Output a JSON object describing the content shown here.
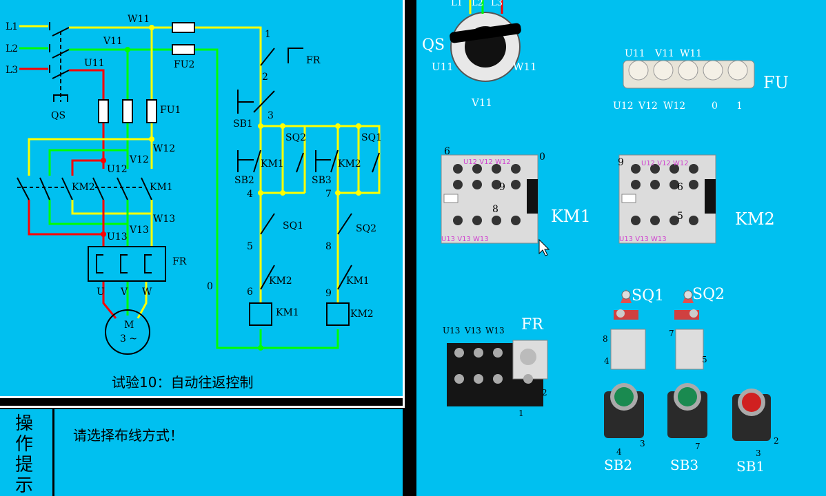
{
  "schematic": {
    "caption": "试验10：自动往返控制",
    "labels": {
      "L1": "L1",
      "L2": "L2",
      "L3": "L3",
      "W11": "W11",
      "V11": "V11",
      "U11": "U11",
      "QS": "QS",
      "FU1": "FU1",
      "FU2": "FU2",
      "W12": "W12",
      "V12": "V12",
      "U12": "U12",
      "KM2": "KM2",
      "KM1": "KM1",
      "W13": "W13",
      "V13": "V13",
      "U13": "U13",
      "FR": "FR",
      "U": "U",
      "V": "V",
      "W": "W",
      "M": "M",
      "M3": "3 ~",
      "n0": "0",
      "n1": "1",
      "n2": "2",
      "n3": "3",
      "SB1": "SB1",
      "SB2": "SB2",
      "SB3": "SB3",
      "SQ1": "SQ1",
      "SQ2": "SQ2",
      "n4": "4",
      "n5": "5",
      "n6": "6",
      "n7": "7",
      "n8": "8",
      "n9": "9"
    },
    "colors": {
      "L1": "#ffff00",
      "L2": "#00ff00",
      "L3": "#ff0000",
      "background": "#00c0f0"
    }
  },
  "hint": {
    "title_chars": [
      "操",
      "作",
      "提",
      "示"
    ],
    "message": "请选择布线方式！"
  },
  "parts": {
    "QS": {
      "name": "QS",
      "top": [
        "L1",
        "L2",
        "L3"
      ],
      "U11": "U11",
      "W11": "W11",
      "V11": "V11"
    },
    "FU": {
      "name": "FU",
      "top": [
        "U11",
        "V11",
        "W11"
      ],
      "bottom": [
        "U12",
        "V12",
        "W12",
        "0",
        "1"
      ]
    },
    "KM1": {
      "name": "KM1",
      "n6": "6",
      "n0": "0",
      "n9": "9",
      "n8": "8",
      "top": "U12 V12 W12",
      "bottom": "U13 V13 W13"
    },
    "KM2": {
      "name": "KM2",
      "n9": "9",
      "n6": "6",
      "n5": "5",
      "top": "U12 V12 W12",
      "bottom": "U13 V13 W13"
    },
    "FR": {
      "name": "FR",
      "top": [
        "U13",
        "V13",
        "W13"
      ],
      "n2": "2",
      "n1": "1"
    },
    "SQ1": {
      "name": "SQ1",
      "n8": "8",
      "n4": "4"
    },
    "SQ2": {
      "name": "SQ2",
      "n7": "7",
      "n5": "5"
    },
    "SB2": {
      "name": "SB2",
      "n4": "4",
      "n3": "3"
    },
    "SB3": {
      "name": "SB3",
      "n7": "7"
    },
    "SB1": {
      "name": "SB1",
      "n3": "3",
      "n2": "2"
    }
  }
}
